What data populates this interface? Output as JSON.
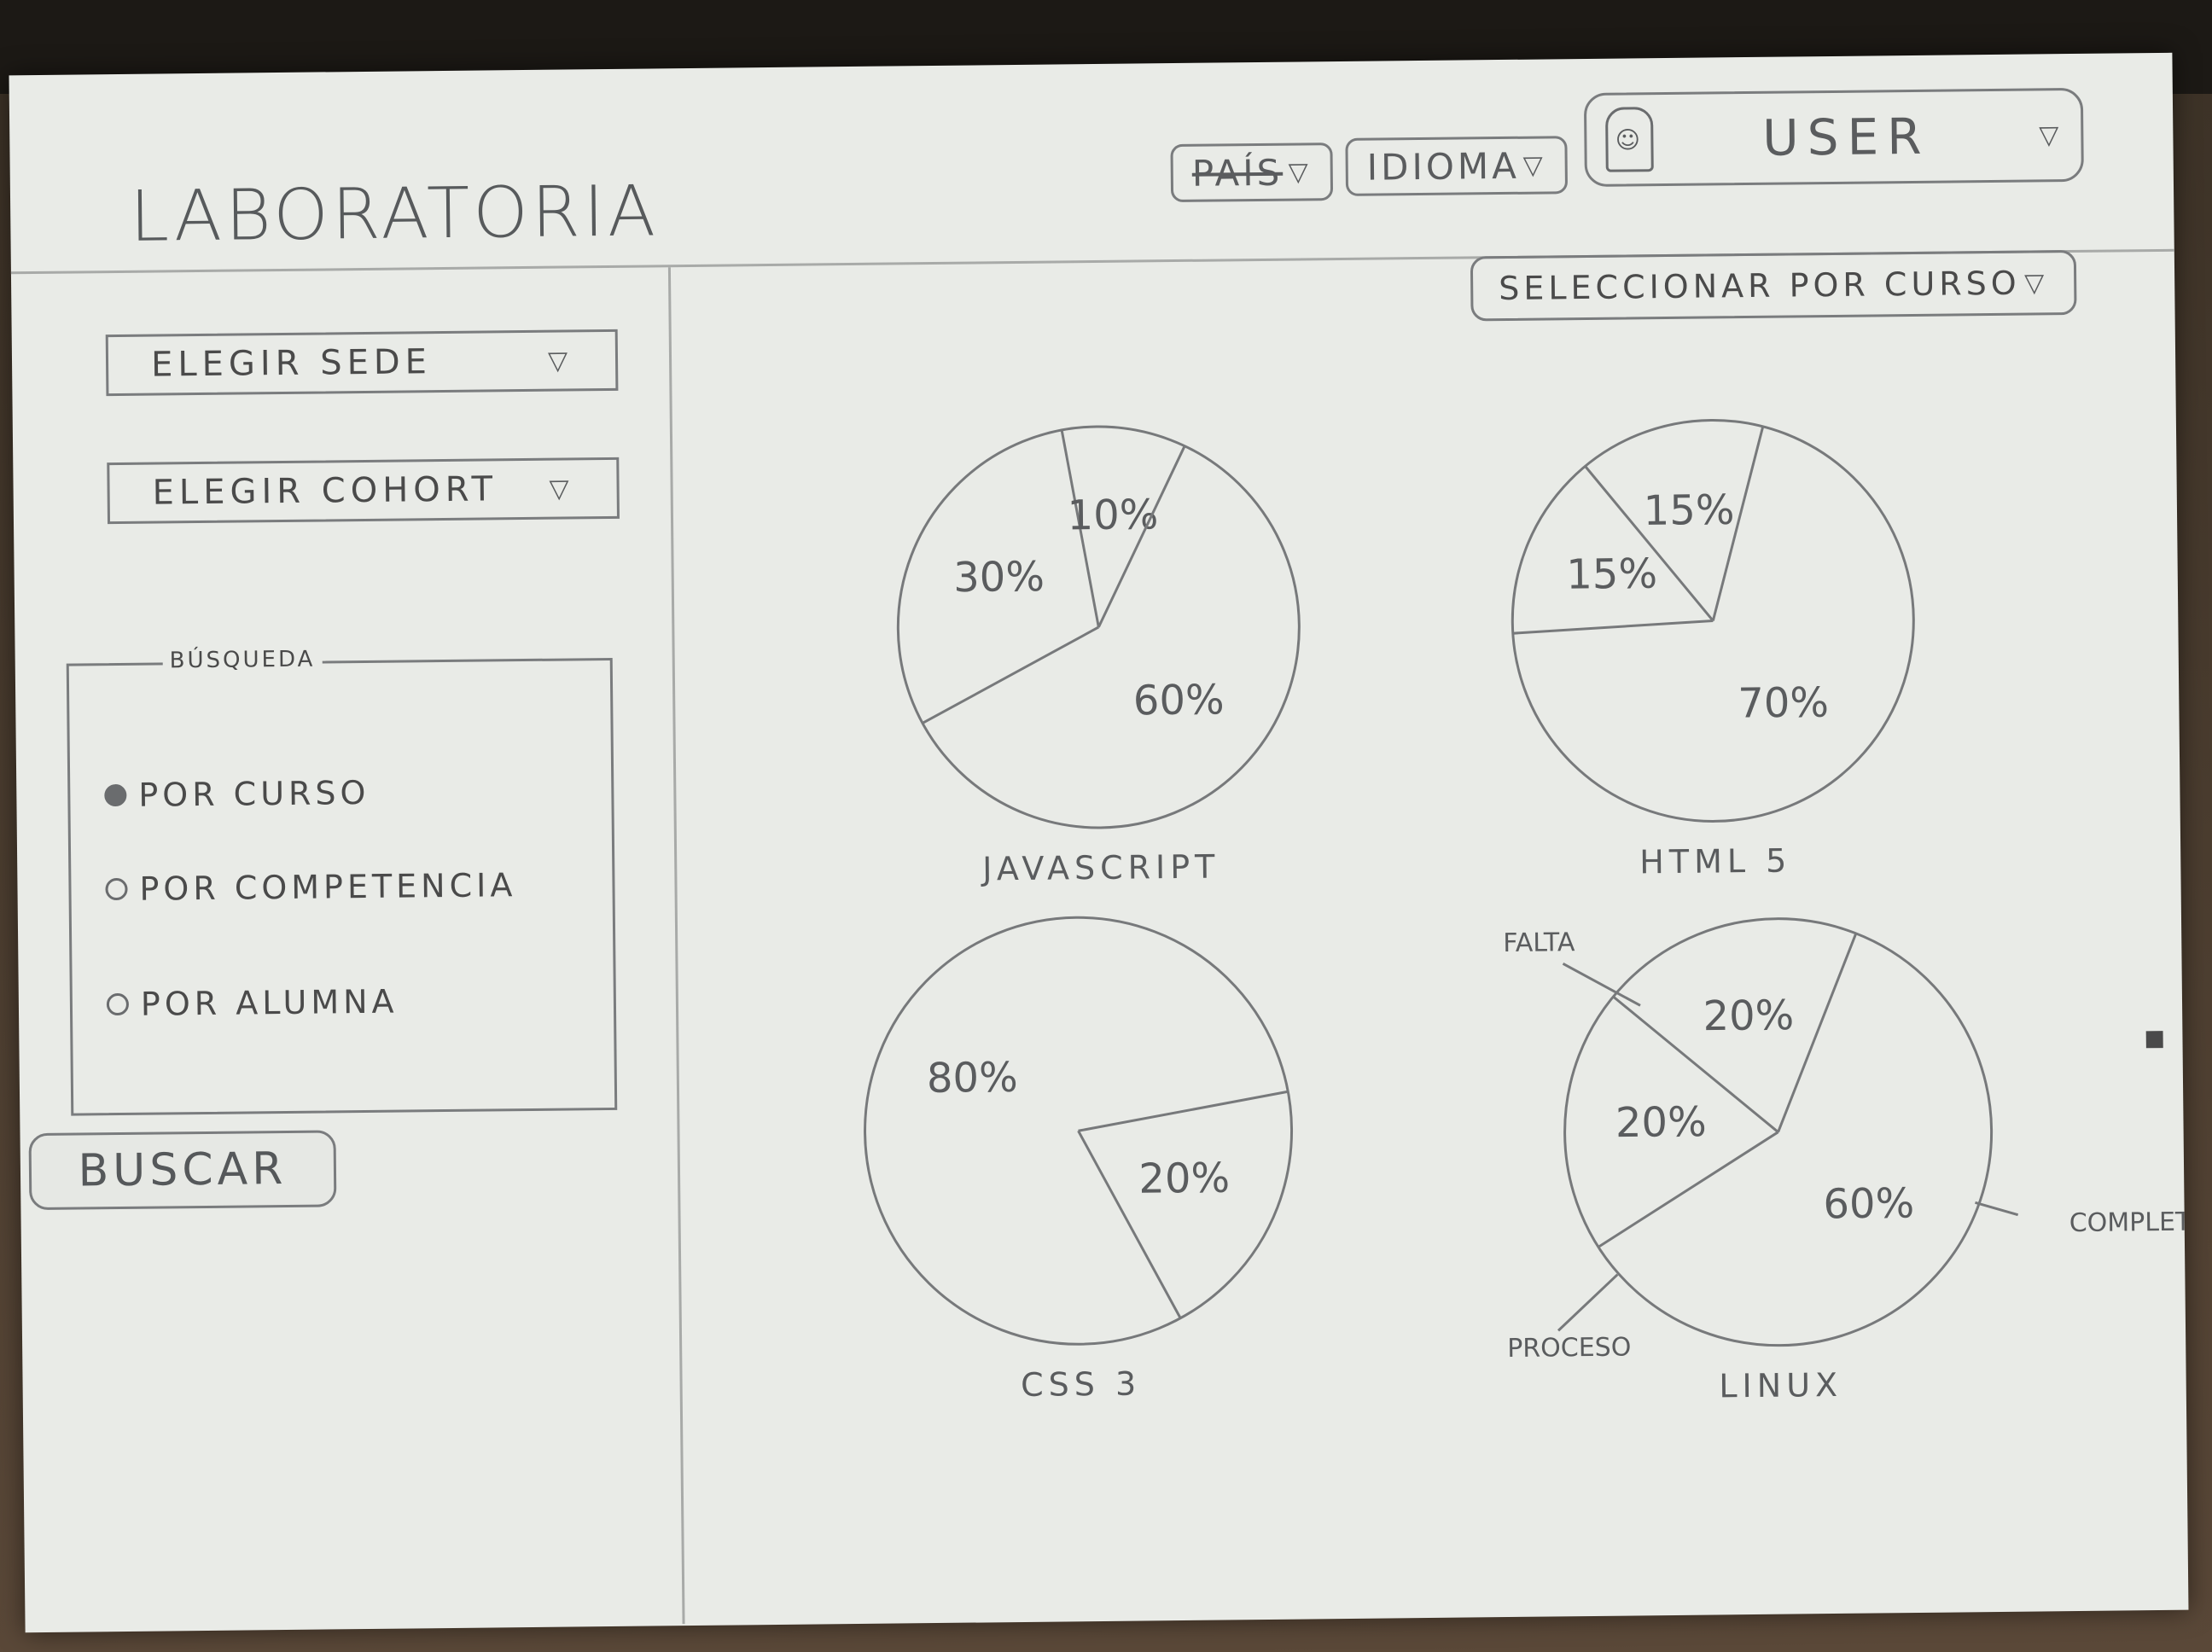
{
  "header": {
    "brand": "LABORATORIA",
    "pais_label": "PAÍS",
    "idioma_label": "IDIOMA",
    "user_label": "USER"
  },
  "sidebar": {
    "sede_label": "ELEGIR  SEDE",
    "cohort_label": "ELEGIR  COHORT",
    "search_legend": "BÚSQUEDA",
    "options": [
      {
        "label": "POR  CURSO",
        "checked": true
      },
      {
        "label": "POR  COMPETENCIA",
        "checked": false
      },
      {
        "label": "POR  ALUMNA",
        "checked": false
      }
    ],
    "buscar_label": "BUSCAR"
  },
  "main": {
    "course_select_label": "SELECCIONAR  POR  CURSO"
  },
  "chart_data": [
    {
      "type": "pie",
      "title": "JAVASCRIPT",
      "values": [
        10,
        60,
        30
      ],
      "labels": [
        "10%",
        "60%",
        "30%"
      ]
    },
    {
      "type": "pie",
      "title": "HTML 5",
      "values": [
        70,
        15,
        15
      ],
      "labels": [
        "70%",
        "15%",
        "15%"
      ]
    },
    {
      "type": "pie",
      "title": "CSS 3",
      "values": [
        80,
        20
      ],
      "labels": [
        "80%",
        "20%"
      ]
    },
    {
      "type": "pie",
      "title": "LINUX",
      "values": [
        20,
        60,
        20
      ],
      "labels": [
        "20%",
        "60%",
        "20%"
      ],
      "legend_names": [
        "FALTA",
        "COMPLETO",
        "PROCESO"
      ]
    }
  ],
  "colors": {
    "paper": "#e9ebe7",
    "pencil": "#55585a"
  }
}
